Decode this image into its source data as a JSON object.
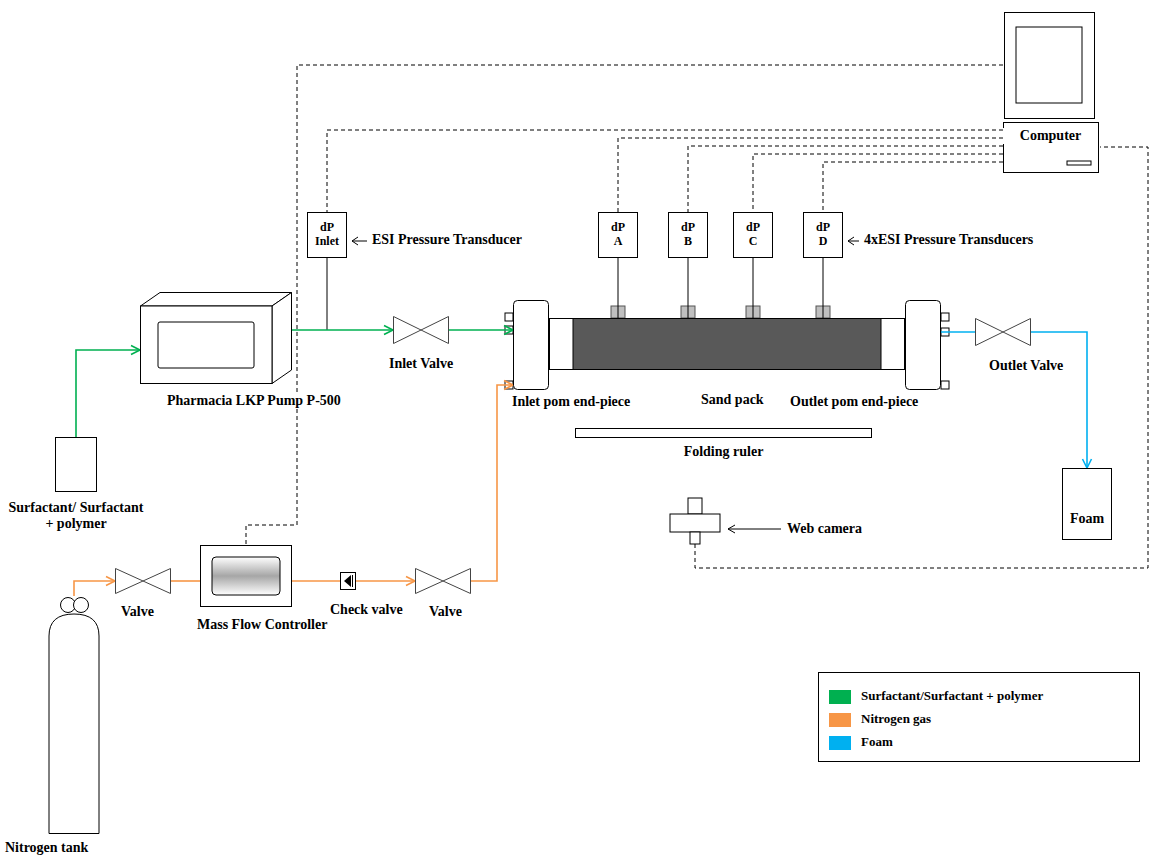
{
  "diagram": {
    "nodes": [
      {
        "text": [
          "Computer"
        ]
      },
      {
        "text": [
          "dP Inlet"
        ]
      },
      {
        "text": [
          "dP A"
        ]
      },
      {
        "text": [
          "dP B"
        ]
      },
      {
        "text": [
          "dP C"
        ]
      },
      {
        "text": [
          "dP D"
        ]
      },
      {
        "text": [
          "Pharmacia LKP Pump P-500"
        ]
      },
      {
        "text": [
          "Inlet Valve"
        ]
      },
      {
        "text": [
          "Inlet pom end-piece"
        ]
      },
      {
        "text": [
          "Sand pack"
        ]
      },
      {
        "text": [
          "Outlet pom end-piece"
        ]
      },
      {
        "text": [
          "Outlet Valve"
        ]
      },
      {
        "text": [
          "Folding ruler"
        ]
      },
      {
        "text": [
          "Surfactant/ Surfactant + polymer"
        ]
      },
      {
        "text": [
          "Foam"
        ]
      },
      {
        "text": [
          "Valve"
        ]
      },
      {
        "text": [
          "Mass Flow Controller"
        ]
      },
      {
        "text": [
          "Check valve"
        ]
      },
      {
        "text": [
          "Valve"
        ]
      },
      {
        "text": [
          "Nitrogen tank"
        ]
      }
    ],
    "edges": [
      {
        "from": 13,
        "to": 6,
        "arrow": "to"
      },
      {
        "from": 6,
        "to": 7,
        "arrow": "to"
      },
      {
        "from": 7,
        "to": 8,
        "arrow": "to"
      },
      {
        "from": 19,
        "to": 15,
        "arrow": "to"
      },
      {
        "from": 15,
        "to": 16,
        "arrow": "none"
      },
      {
        "from": 16,
        "to": 17,
        "arrow": "none"
      },
      {
        "from": 17,
        "to": 18,
        "arrow": "to"
      },
      {
        "from": 18,
        "to": 8,
        "arrow": "to"
      },
      {
        "from": 10,
        "to": 11,
        "arrow": "none"
      },
      {
        "from": 11,
        "to": 14,
        "arrow": "to"
      },
      {
        "from": 2,
        "to": 9,
        "arrow": "none"
      },
      {
        "from": 3,
        "to": 9,
        "arrow": "none"
      },
      {
        "from": 4,
        "to": 9,
        "arrow": "none"
      },
      {
        "from": 5,
        "to": 9,
        "arrow": "none"
      },
      {
        "from": 0,
        "to": 1,
        "arrow": "none"
      },
      {
        "from": 0,
        "to": 2,
        "arrow": "none"
      },
      {
        "from": 0,
        "to": 3,
        "arrow": "none"
      },
      {
        "from": 0,
        "to": 4,
        "arrow": "none"
      },
      {
        "from": 0,
        "to": 5,
        "arrow": "none"
      },
      {
        "from": 0,
        "to": 16,
        "arrow": "none"
      }
    ],
    "labels": [
      "ESI Pressure Transducer",
      "4xESI Pressure Transducers",
      "Web camera"
    ],
    "legend": [
      {
        "text": "Surfactant/Surfactant + polymer",
        "color": "#00b050"
      },
      {
        "text": "Nitrogen gas",
        "color": "#f79646"
      },
      {
        "text": "Foam",
        "color": "#00b0f0"
      }
    ]
  }
}
